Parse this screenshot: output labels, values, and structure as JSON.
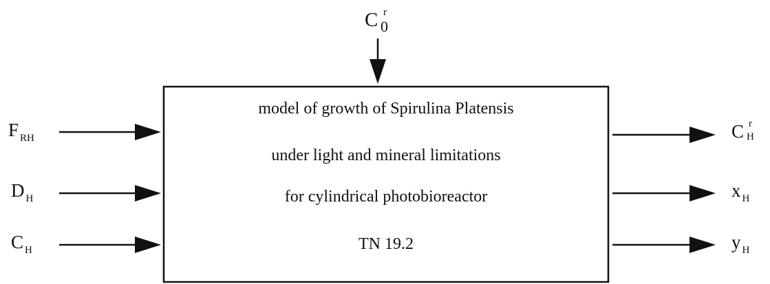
{
  "top_input": {
    "symbol": "C",
    "superscript": "r",
    "subscript": "0"
  },
  "box": {
    "lines": [
      "model of growth of Spirulina Platensis",
      "under light and mineral limitations",
      "for cylindrical photobioreactor",
      "TN 19.2"
    ]
  },
  "inputs": [
    {
      "symbol": "F",
      "subscript": "RH"
    },
    {
      "symbol": "D",
      "subscript": "H"
    },
    {
      "symbol": "C",
      "subscript": "H"
    }
  ],
  "outputs": [
    {
      "symbol": "C",
      "superscript": "r",
      "subscript": "H"
    },
    {
      "symbol": "x",
      "subscript": "H"
    },
    {
      "symbol": "y",
      "subscript": "H"
    }
  ]
}
